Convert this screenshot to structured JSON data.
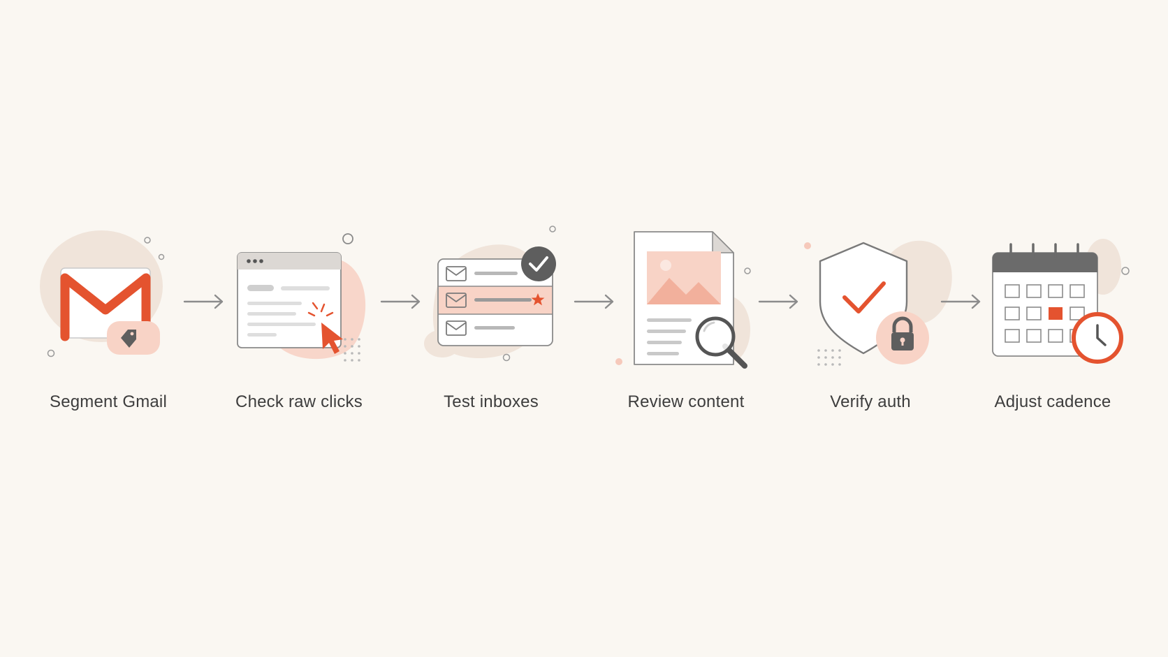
{
  "colors": {
    "background": "#faf7f2",
    "accent": "#e4532f",
    "accent_light": "#f6c9bb",
    "blob": "#f0e4da",
    "stroke": "#8c8c8c",
    "dark_stroke": "#6b6b6b",
    "label_text": "#3d3d3d"
  },
  "steps": [
    {
      "label": "Segment Gmail",
      "icon": "gmail-tag-icon"
    },
    {
      "label": "Check raw clicks",
      "icon": "browser-cursor-icon"
    },
    {
      "label": "Test inboxes",
      "icon": "inbox-list-check-icon"
    },
    {
      "label": "Review content",
      "icon": "document-magnifier-icon"
    },
    {
      "label": "Verify auth",
      "icon": "shield-lock-icon"
    },
    {
      "label": "Adjust cadence",
      "icon": "calendar-clock-icon"
    }
  ]
}
